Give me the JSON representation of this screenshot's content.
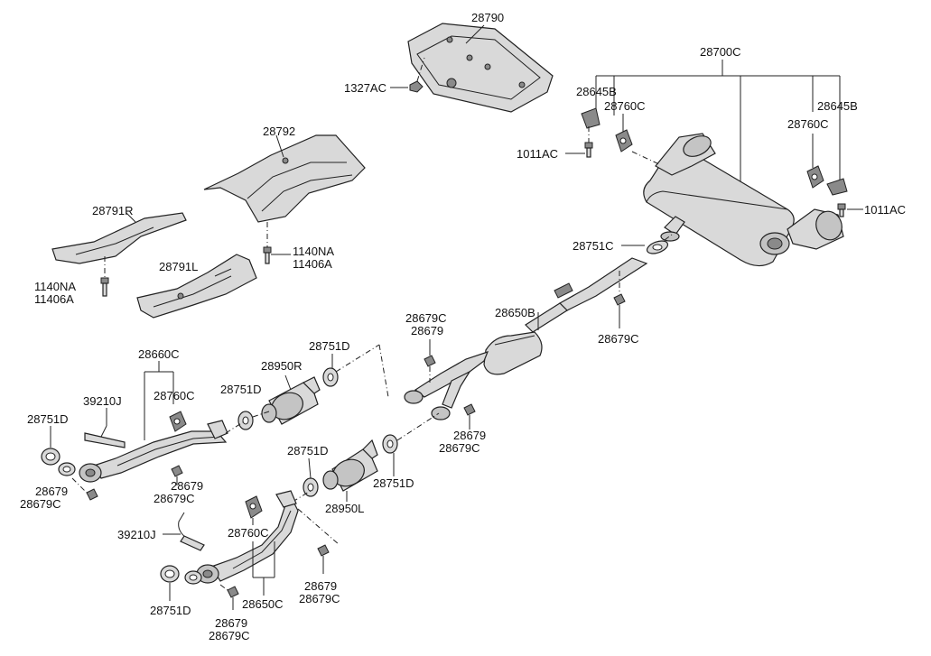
{
  "labels": {
    "p28790": "28790",
    "p1327AC": "1327AC",
    "p28700C": "28700C",
    "p28645B_l": "28645B",
    "p28760C_tl": "28760C",
    "p1011AC_l": "1011AC",
    "p28760C_tr": "28760C",
    "p28645B_r": "28645B",
    "p1011AC_r": "1011AC",
    "p28792": "28792",
    "p28791R": "28791R",
    "p1140NA_l": "1140NA",
    "p11406A_l": "11406A",
    "p1140NA_m": "1140NA",
    "p11406A_m": "11406A",
    "p28791L": "28791L",
    "p28751C": "28751C",
    "p28650B": "28650B",
    "p28679C_a": "28679C",
    "p28679_a": "28679",
    "p28679C_r": "28679C",
    "p28660C": "28660C",
    "p28751D_a": "28751D",
    "p28950R": "28950R",
    "p28760C_m": "28760C",
    "p28751D_b": "28751D",
    "p39210J_a": "39210J",
    "p28751D_c": "28751D",
    "p28679_b": "28679",
    "p28679C_b": "28679C",
    "p28679_c": "28679",
    "p28679C_c": "28679C",
    "p28679_d": "28679",
    "p28679C_d": "28679C",
    "p28751D_d": "28751D",
    "p28751D_e": "28751D",
    "p28950L": "28950L",
    "p28760C_b": "28760C",
    "p39210J_b": "39210J",
    "p28650C": "28650C",
    "p28751D_f": "28751D",
    "p28679_e": "28679",
    "p28679C_e": "28679C",
    "p28679_f": "28679",
    "p28679C_f": "28679C"
  }
}
